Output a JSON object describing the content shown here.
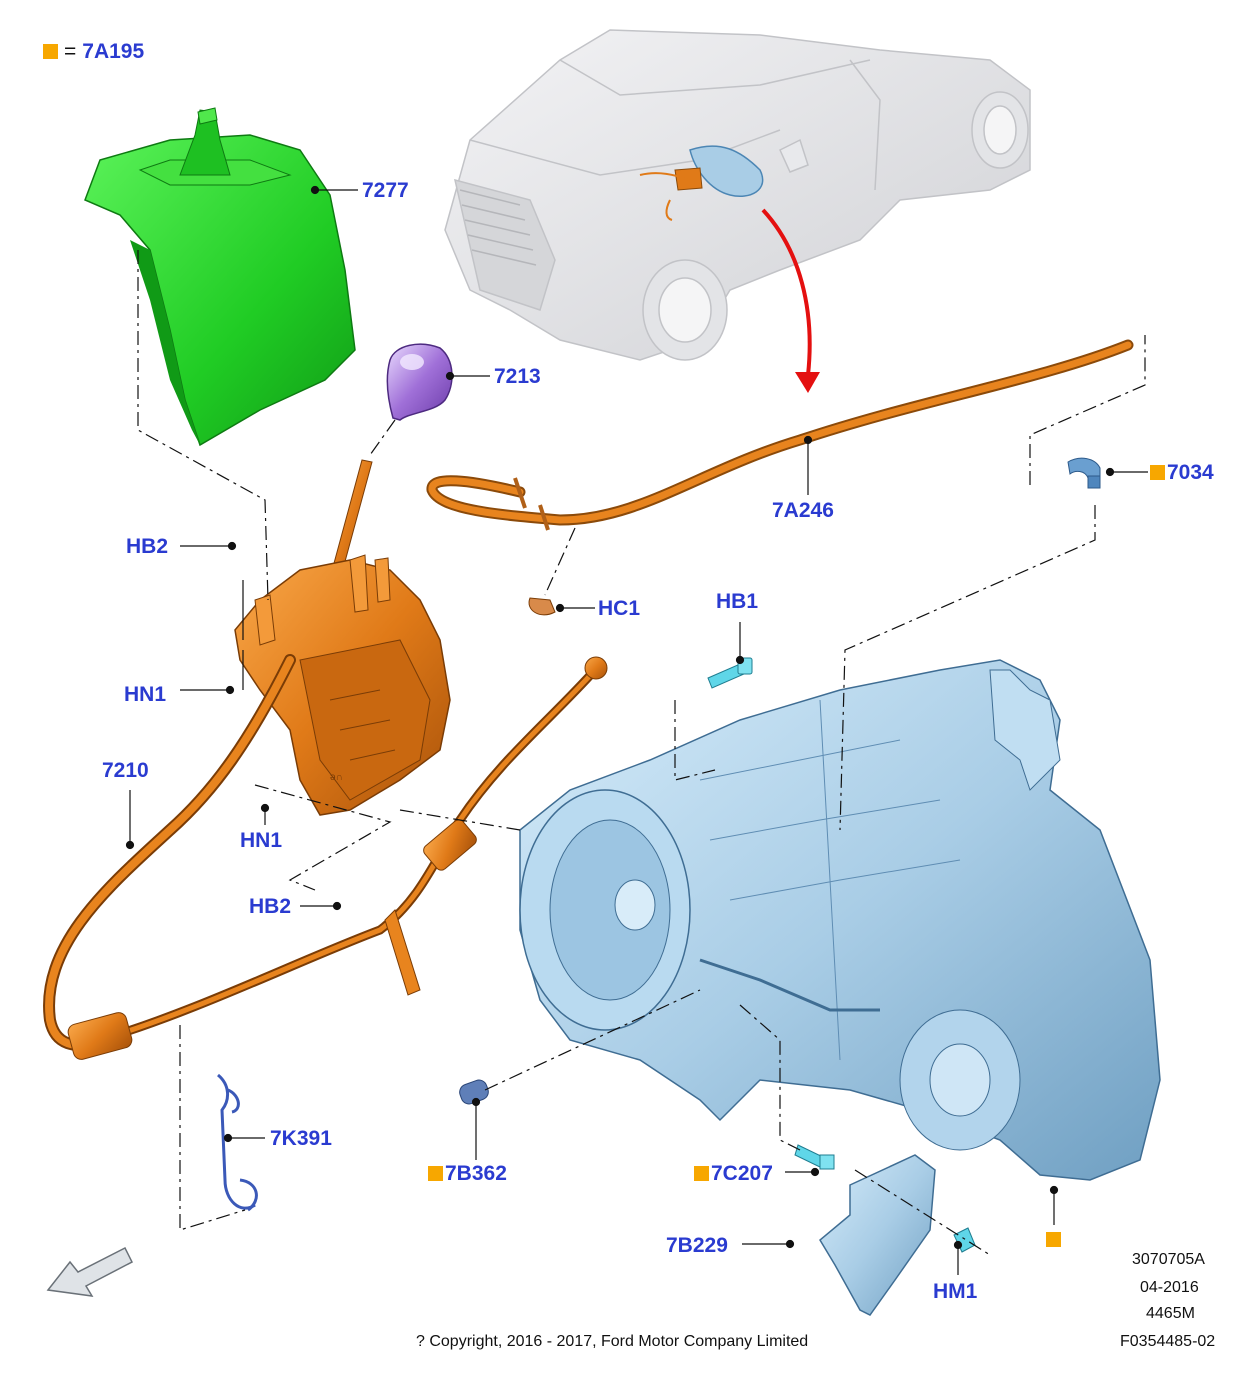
{
  "legend": {
    "symbol_color": "#f7a700",
    "equals": "=",
    "code": "7A195"
  },
  "callouts": {
    "c7277": "7277",
    "c7213": "7213",
    "c7A246": "7A246",
    "c7034": "7034",
    "cHB2_top": "HB2",
    "cHC1": "HC1",
    "cHB1": "HB1",
    "cHN1_top": "HN1",
    "c7210": "7210",
    "cHN1_bottom": "HN1",
    "cHB2_bottom": "HB2",
    "c7K391": "7K391",
    "c7B362": "7B362",
    "c7C207": "7C207",
    "c7B229": "7B229",
    "cHM1": "HM1"
  },
  "footer": {
    "ref1": "3070705A",
    "ref2": "04-2016",
    "ref3": "4465M",
    "ref4": "F0354485-02",
    "copyright": "? Copyright, 2016 - 2017, Ford Motor Company Limited"
  },
  "colors": {
    "label": "#2a3bd0",
    "cover_green": "#22d12a",
    "shifter_orange": "#e07a18",
    "knob_purple": "#a070d8",
    "transfer_case_blue": "#a9cde6",
    "fastener_cyan": "#5fd6e8",
    "arrow_red": "#e41010",
    "vehicle_grey": "#dcdde0"
  },
  "icons": {
    "direction": "front-arrow-icon"
  }
}
